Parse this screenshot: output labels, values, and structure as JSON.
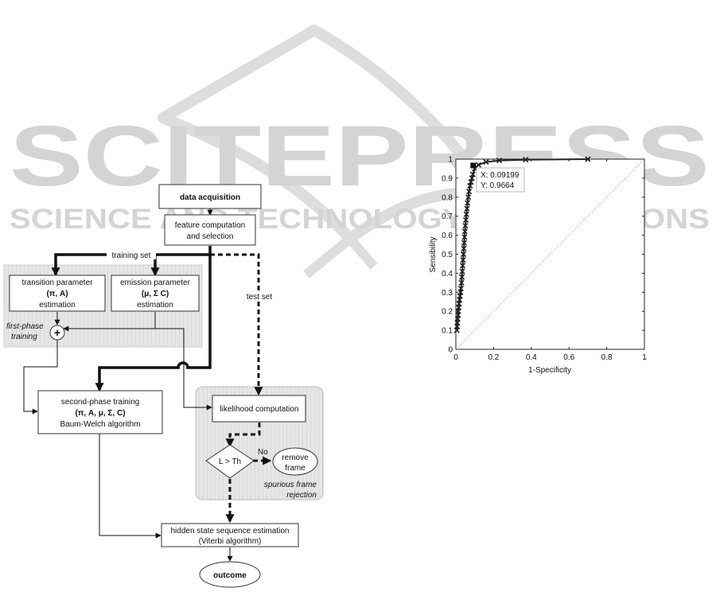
{
  "watermark": {
    "brand": "SCITEPRESS",
    "tagline": "SCIENCE AND TECHNOLOGY PUBLICATIONS"
  },
  "flowchart": {
    "data_acquisition": "data acquisition",
    "feature_line1": "feature computation",
    "feature_line2": "and selection",
    "training_set": "training set",
    "test_set": "test set",
    "transition_line1": "transition parameter",
    "transition_line2": "(π, A)",
    "transition_line3": "estimation",
    "emission_line1": "emission parameter",
    "emission_line2": "(μ, Σ  C)",
    "emission_line3": "estimation",
    "plus": "+",
    "first_phase_line1": "first-phase",
    "first_phase_line2": "training",
    "second_line1": "second-phase training",
    "second_line2": "(π, A, μ, Σ, C)",
    "second_line3": "Baum-Welch algorithm",
    "likelihood": "likelihood computation",
    "decision": "L > Th",
    "no": "No",
    "remove_line1": "remove",
    "remove_line2": "frame",
    "spurious_line1": "spurious frame",
    "spurious_line2": "rejection",
    "hidden_line1": "hidden state sequence estimation",
    "hidden_line2": "(Viterbi algorithm)",
    "outcome": "outcome"
  },
  "chart_data": {
    "type": "line",
    "xlabel": "1-Specificity",
    "ylabel": "Sensibility",
    "xlim": [
      0,
      1
    ],
    "ylim": [
      0,
      1
    ],
    "x_ticks": [
      "0",
      "0.2",
      "0.4",
      "0.6",
      "0.8",
      "1"
    ],
    "y_ticks": [
      "0",
      "0.1",
      "0.2",
      "0.3",
      "0.4",
      "0.5",
      "0.6",
      "0.7",
      "0.8",
      "0.9",
      "1"
    ],
    "grid": false,
    "series": [
      {
        "marker": "x",
        "color": "#222222",
        "x": [
          0.005,
          0.007,
          0.008,
          0.01,
          0.012,
          0.013,
          0.015,
          0.017,
          0.02,
          0.022,
          0.025,
          0.027,
          0.03,
          0.032,
          0.034,
          0.036,
          0.038,
          0.04,
          0.042,
          0.044,
          0.046,
          0.048,
          0.05,
          0.053,
          0.056,
          0.059,
          0.062,
          0.066,
          0.07,
          0.075,
          0.08,
          0.085,
          0.09,
          0.1,
          0.12,
          0.16,
          0.23,
          0.37,
          0.7
        ],
        "y": [
          0.1,
          0.12,
          0.14,
          0.16,
          0.18,
          0.2,
          0.22,
          0.24,
          0.26,
          0.28,
          0.3,
          0.32,
          0.35,
          0.38,
          0.41,
          0.44,
          0.47,
          0.5,
          0.53,
          0.56,
          0.59,
          0.62,
          0.65,
          0.68,
          0.71,
          0.74,
          0.77,
          0.8,
          0.83,
          0.86,
          0.88,
          0.9,
          0.92,
          0.95,
          0.97,
          0.985,
          0.993,
          0.997,
          1.0
        ]
      }
    ],
    "reference_line": {
      "x": [
        0,
        1
      ],
      "y": [
        0,
        1
      ],
      "style": "dotted",
      "color": "#999999"
    },
    "highlight": {
      "x": 0.09199,
      "y": 0.9664,
      "marker": "square"
    },
    "datatip": {
      "line1": "X: 0.09199",
      "line2": "Y: 0.9664"
    }
  }
}
